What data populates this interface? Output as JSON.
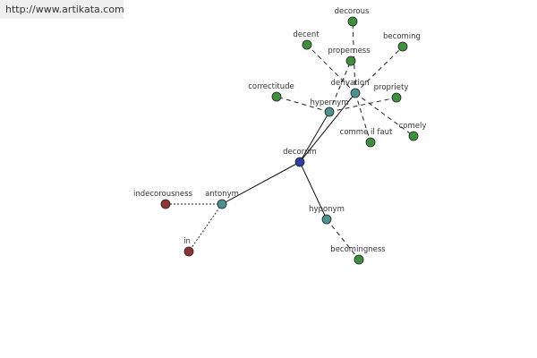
{
  "header": {
    "url_text": "http://www.artikata.com"
  },
  "colors": {
    "root": "#2f3f9f",
    "relation": "#4e8f8f",
    "term": "#3f8f3f",
    "antonym_term": "#8f3535"
  },
  "graph": {
    "nodes": [
      {
        "id": "decorum",
        "label": "decorum",
        "kind": "root"
      },
      {
        "id": "hypernym",
        "label": "hypernym",
        "kind": "relation"
      },
      {
        "id": "derivation",
        "label": "derivation",
        "kind": "relation"
      },
      {
        "id": "antonym",
        "label": "antonym",
        "kind": "relation"
      },
      {
        "id": "hyponym",
        "label": "hyponym",
        "kind": "relation"
      },
      {
        "id": "decorous",
        "label": "decorous",
        "kind": "term"
      },
      {
        "id": "decent",
        "label": "decent",
        "kind": "term"
      },
      {
        "id": "becoming",
        "label": "becoming",
        "kind": "term"
      },
      {
        "id": "properness",
        "label": "properness",
        "kind": "term"
      },
      {
        "id": "propriety",
        "label": "propriety",
        "kind": "term"
      },
      {
        "id": "correctitude",
        "label": "correctitude",
        "kind": "term"
      },
      {
        "id": "comely",
        "label": "comely",
        "kind": "term"
      },
      {
        "id": "comme_il_faut",
        "label": "comme il faut",
        "kind": "term"
      },
      {
        "id": "becomingness",
        "label": "becomingness",
        "kind": "term"
      },
      {
        "id": "indecorousness",
        "label": "indecorousness",
        "kind": "antonym_term"
      },
      {
        "id": "in",
        "label": "in",
        "kind": "antonym_term"
      }
    ],
    "edges": [
      {
        "from": "decorum",
        "to": "hypernym",
        "style": "solid"
      },
      {
        "from": "decorum",
        "to": "derivation",
        "style": "solid"
      },
      {
        "from": "decorum",
        "to": "antonym",
        "style": "solid"
      },
      {
        "from": "decorum",
        "to": "hyponym",
        "style": "solid"
      },
      {
        "from": "derivation",
        "to": "decorous",
        "style": "dashed"
      },
      {
        "from": "derivation",
        "to": "decent",
        "style": "dashed"
      },
      {
        "from": "derivation",
        "to": "becoming",
        "style": "dashed"
      },
      {
        "from": "derivation",
        "to": "comely",
        "style": "dashed"
      },
      {
        "from": "derivation",
        "to": "comme_il_faut",
        "style": "dashed"
      },
      {
        "from": "hypernym",
        "to": "properness",
        "style": "dashed"
      },
      {
        "from": "hypernym",
        "to": "propriety",
        "style": "dashed"
      },
      {
        "from": "hypernym",
        "to": "correctitude",
        "style": "dashed"
      },
      {
        "from": "hyponym",
        "to": "becomingness",
        "style": "dashed"
      },
      {
        "from": "antonym",
        "to": "indecorousness",
        "style": "dotted"
      },
      {
        "from": "antonym",
        "to": "in",
        "style": "dotted"
      }
    ]
  }
}
